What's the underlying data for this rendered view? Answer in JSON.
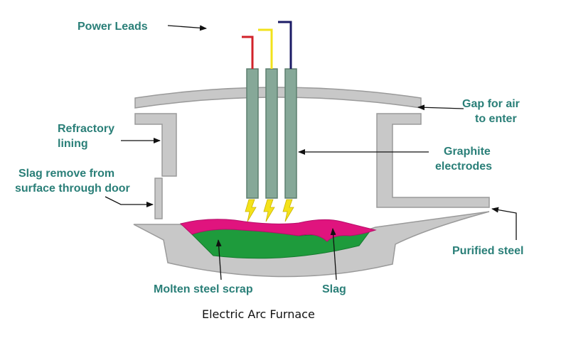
{
  "caption": "Electric Arc Furnace",
  "labels": {
    "power_leads": "Power Leads",
    "gap_air_1": "Gap for air",
    "gap_air_2": "to enter",
    "refractory_1": "Refractory",
    "refractory_2": "lining",
    "graphite_1": "Graphite",
    "graphite_2": "electrodes",
    "slag_remove_1": "Slag remove from",
    "slag_remove_2": "surface through door",
    "purified_steel": "Purified steel",
    "molten_scrap": "Molten steel scrap",
    "slag": "Slag"
  },
  "colors": {
    "label_text": "#2a7f78",
    "caption_text": "#111111",
    "furnace_fill": "#c8c8c8",
    "furnace_stroke": "#9a9a9a",
    "electrode_fill": "#86a898",
    "electrode_stroke": "#5d7f6f",
    "lead_red": "#d2222a",
    "lead_yellow": "#f2e21b",
    "lead_navy": "#1b1b66",
    "slag_fill": "#e0147e",
    "steel_fill": "#1e9b3c",
    "spark_fill": "#f4e21a"
  }
}
